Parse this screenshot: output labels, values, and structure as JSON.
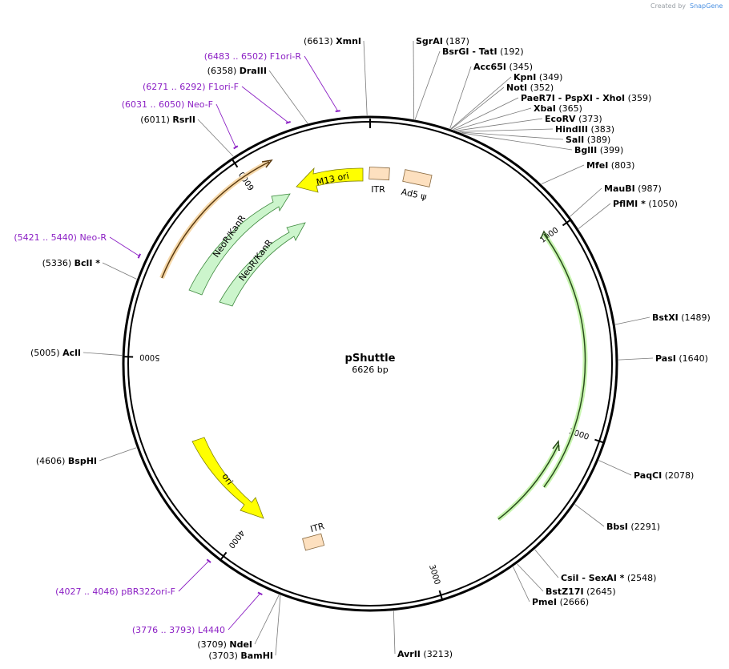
{
  "credit": {
    "text": "Created by",
    "brand": "SnapGene"
  },
  "plasmid": {
    "name": "pShuttle",
    "length_label": "6626 bp",
    "length": 6626
  },
  "colors": {
    "primer": "#8b1fc4",
    "backbone": "#000000",
    "neo": "#ccf5cc",
    "yellow": "#ffff00",
    "itr": "#fde0bf"
  },
  "ticks": [
    {
      "label": "1000",
      "pos": 1000
    },
    {
      "label": "2000",
      "pos": 2000
    },
    {
      "label": "3000",
      "pos": 3000
    },
    {
      "label": "4000",
      "pos": 4000
    },
    {
      "label": "5000",
      "pos": 5000
    },
    {
      "label": "6000",
      "pos": 6000
    }
  ],
  "sites": [
    {
      "name": "XmnI",
      "loc": "(6613)",
      "pos": 6613
    },
    {
      "name": "SgrAI",
      "loc": "(187)",
      "pos": 187
    },
    {
      "name": "BsrGI",
      "extra": "- TatI",
      "loc": "(192)",
      "pos": 192
    },
    {
      "name": "Acc65I",
      "loc": "(345)",
      "pos": 345
    },
    {
      "name": "KpnI",
      "loc": "(349)",
      "pos": 349
    },
    {
      "name": "NotI",
      "loc": "(352)",
      "pos": 352
    },
    {
      "name": "PaeR7I",
      "extra": "- PspXI  - XhoI",
      "loc": "(359)",
      "pos": 359
    },
    {
      "name": "XbaI",
      "loc": "(365)",
      "pos": 365
    },
    {
      "name": "EcoRV",
      "loc": "(373)",
      "pos": 373
    },
    {
      "name": "HindIII",
      "loc": "(383)",
      "pos": 383
    },
    {
      "name": "SalI",
      "loc": "(389)",
      "pos": 389
    },
    {
      "name": "BglII",
      "loc": "(399)",
      "pos": 399
    },
    {
      "name": "MfeI",
      "loc": "(803)",
      "pos": 803
    },
    {
      "name": "MauBI",
      "loc": "(987)",
      "pos": 987
    },
    {
      "name": "PflMI *",
      "loc": "(1050)",
      "pos": 1050
    },
    {
      "name": "BstXI",
      "loc": "(1489)",
      "pos": 1489
    },
    {
      "name": "PasI",
      "loc": "(1640)",
      "pos": 1640
    },
    {
      "name": "PaqCI",
      "loc": "(2078)",
      "pos": 2078
    },
    {
      "name": "BbsI",
      "loc": "(2291)",
      "pos": 2291
    },
    {
      "name": "CsiI",
      "extra": "- SexAI *",
      "loc": "(2548)",
      "pos": 2548
    },
    {
      "name": "BstZ17I",
      "loc": "(2645)",
      "pos": 2645
    },
    {
      "name": "PmeI",
      "loc": "(2666)",
      "pos": 2666
    },
    {
      "name": "AvrII",
      "loc": "(3213)",
      "pos": 3213
    },
    {
      "name": "BamHI",
      "loc": "(3703)",
      "pos": 3703
    },
    {
      "name": "NdeI",
      "loc": "(3709)",
      "pos": 3709
    },
    {
      "name": "BspHI",
      "loc": "(4606)",
      "pos": 4606
    },
    {
      "name": "AclI",
      "loc": "(5005)",
      "pos": 5005
    },
    {
      "name": "BclI *",
      "loc": "(5336)",
      "pos": 5336
    },
    {
      "name": "RsrII",
      "loc": "(6011)",
      "pos": 6011
    },
    {
      "name": "DraIII",
      "loc": "(6358)",
      "pos": 6358
    }
  ],
  "primers": [
    {
      "range": "(6483 .. 6502)",
      "name": "F1ori-R",
      "pos": 6492
    },
    {
      "range": "(6271 .. 6292)",
      "name": "F1ori-F",
      "pos": 6281
    },
    {
      "range": "(6031 .. 6050)",
      "name": "Neo-F",
      "pos": 6040
    },
    {
      "range": "(5421 .. 5440)",
      "name": "Neo-R",
      "pos": 5430
    },
    {
      "range": "(4027 .. 4046)",
      "name": "pBR322ori-F",
      "pos": 4036
    },
    {
      "range": "(3776 .. 3793)",
      "name": "L4440",
      "pos": 3784
    }
  ],
  "features": [
    {
      "name": "M13 ori",
      "type": "yellow-arrow"
    },
    {
      "name": "ITR",
      "type": "box"
    },
    {
      "name": "Ad5 ψ",
      "type": "box"
    },
    {
      "name": "NeoR/KanR",
      "type": "green-arrow"
    },
    {
      "name": "NeoR/KanR",
      "type": "green-arrow"
    },
    {
      "name": "ori",
      "type": "yellow-arrow"
    },
    {
      "name": "ITR",
      "type": "box"
    }
  ]
}
